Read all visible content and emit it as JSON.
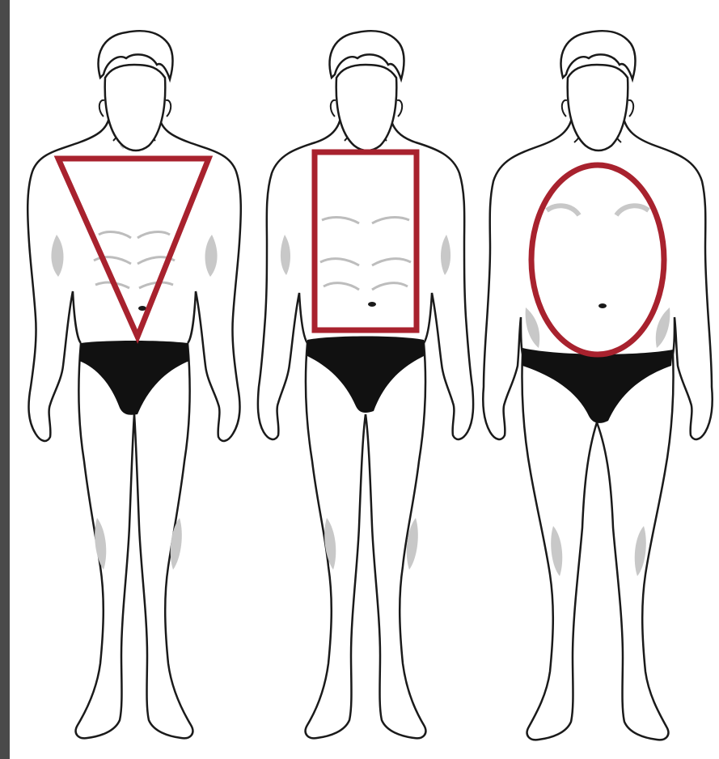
{
  "figures": [
    {
      "id": "inverted-triangle",
      "shape": "triangle",
      "body": "athletic"
    },
    {
      "id": "rectangle",
      "shape": "rectangle",
      "body": "straight"
    },
    {
      "id": "oval",
      "shape": "ellipse",
      "body": "round"
    }
  ],
  "colors": {
    "background": "#ffffff",
    "outline": "#1a1a1a",
    "shadow": "#c8c8c8",
    "underwear": "#111111",
    "shape_stroke": "#a8222e",
    "frame_edge": "#4a4a4a"
  }
}
